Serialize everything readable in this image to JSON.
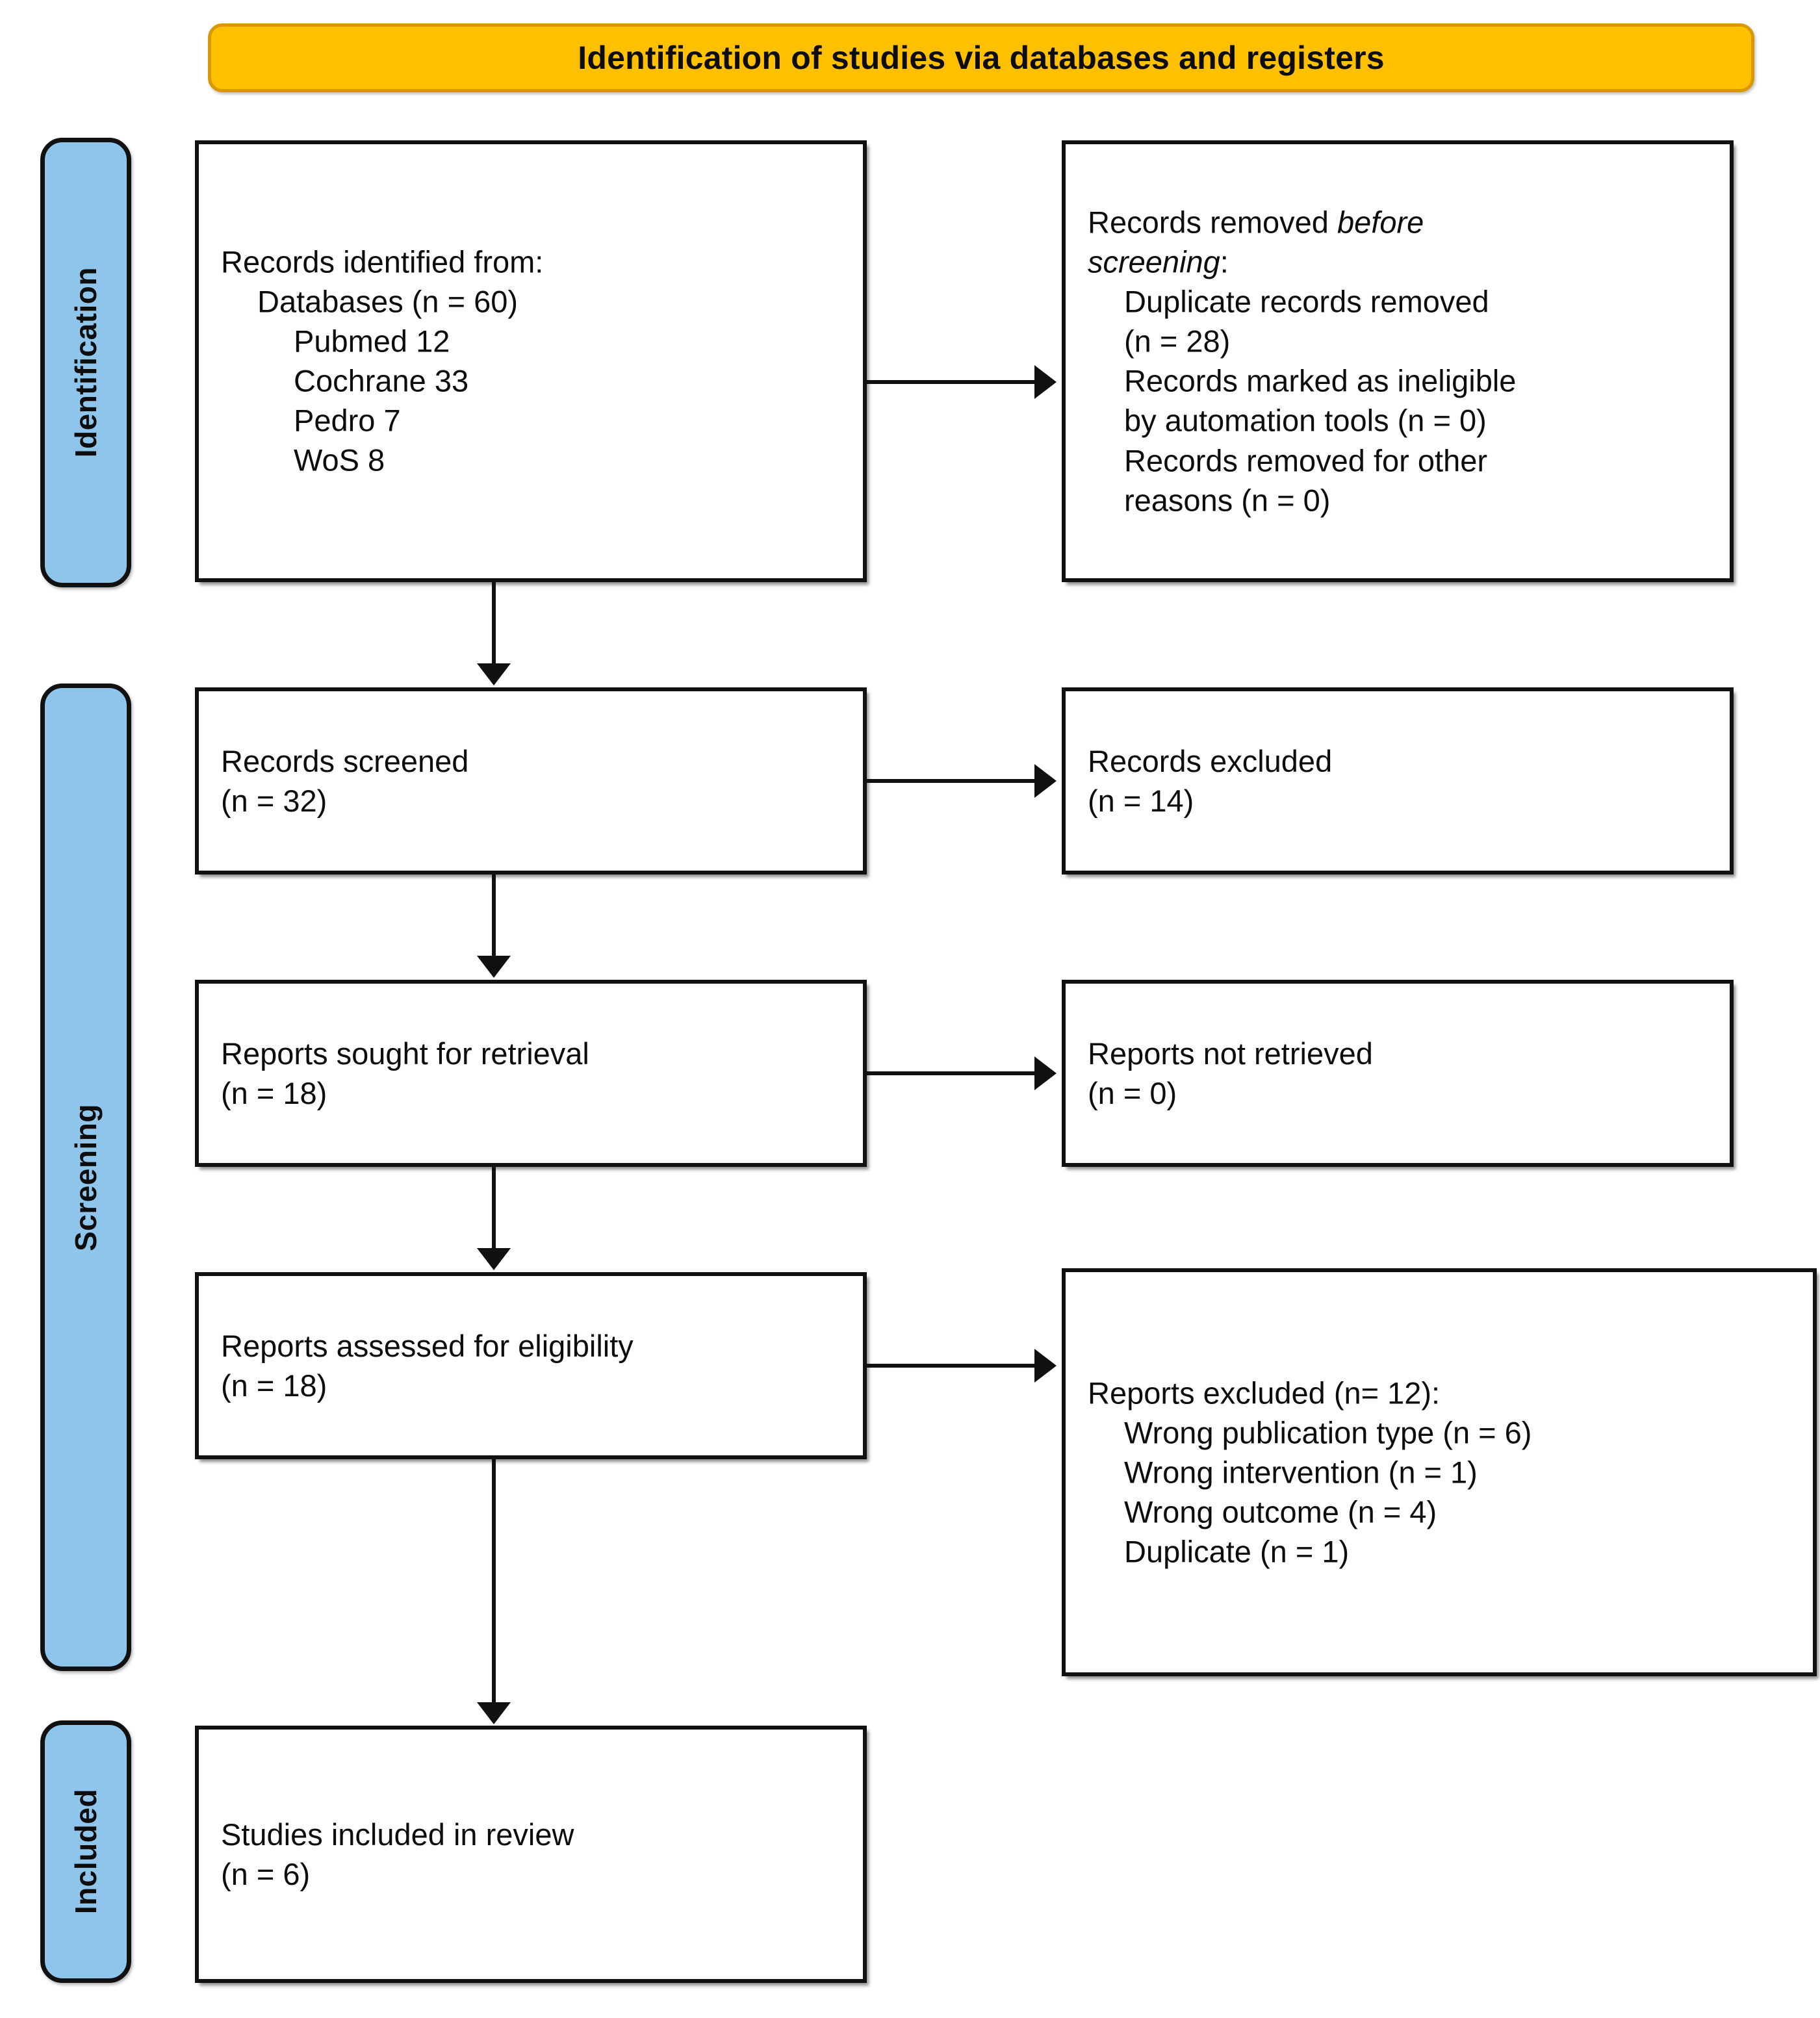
{
  "diagram": {
    "title": "Identification of studies via databases and registers",
    "colors": {
      "banner_fill": "#FFC000",
      "banner_border": "#D99800",
      "stage_tab_fill": "#8FC5EA",
      "box_border": "#111111",
      "text": "#0D0D0D"
    }
  },
  "stages": [
    {
      "label": "Identification"
    },
    {
      "label": "Screening"
    },
    {
      "label": "Included"
    }
  ],
  "boxes": {
    "records_identified": {
      "lines": [
        "Records identified from:",
        "Databases (n = 60)",
        "Pubmed 12",
        "Cochrane 33",
        "Pedro 7",
        "WoS 8"
      ]
    },
    "records_removed": {
      "line1a": "Records removed ",
      "line1b": "before",
      "line2a": "screening",
      "line2b": ":",
      "lines": [
        "Duplicate records removed",
        "(n = 28)",
        "Records marked as ineligible",
        "by automation tools (n = 0)",
        "Records removed for other",
        "reasons (n = 0)"
      ]
    },
    "records_screened": {
      "lines": [
        "Records screened",
        "(n = 32)"
      ]
    },
    "records_excluded": {
      "lines": [
        "Records excluded",
        "(n = 14)"
      ]
    },
    "reports_sought": {
      "lines": [
        "Reports sought for retrieval",
        "(n = 18)"
      ]
    },
    "reports_not_retrieved": {
      "lines": [
        "Reports not retrieved",
        "(n = 0)"
      ]
    },
    "reports_assessed": {
      "lines": [
        "Reports assessed for eligibility",
        "(n = 18)"
      ]
    },
    "reports_excluded": {
      "header": "Reports excluded (n= 12):",
      "reasons": [
        "Wrong publication type (n = 6)",
        "Wrong intervention (n = 1)",
        "Wrong outcome (n = 4)",
        "Duplicate (n = 1)"
      ]
    },
    "studies_included": {
      "lines": [
        "Studies included in review",
        "(n = 6)"
      ]
    }
  }
}
